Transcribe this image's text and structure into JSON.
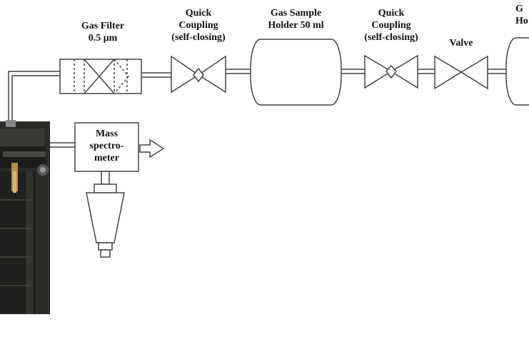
{
  "labels": {
    "gas_filter_line1": "Gas Filter",
    "gas_filter_line2": "0.5 μm",
    "qc1_line1": "Quick",
    "qc1_line2": "Coupling",
    "qc1_line3": "(self-closing)",
    "sample_holder_line1": "Gas Sample",
    "sample_holder_line2": "Holder 50 ml",
    "qc2_line1": "Quick",
    "qc2_line2": "Coupling",
    "qc2_line3": "(self-closing)",
    "valve": "Valve",
    "partial_line1": "G",
    "partial_line2": "Ho",
    "ms_line1": "Mass",
    "ms_line2": "spectro-",
    "ms_line3": "meter"
  },
  "colors": {
    "line": "#444444",
    "reactor_dark": "#1e1e1c",
    "reactor_mid": "#3a3a36"
  }
}
